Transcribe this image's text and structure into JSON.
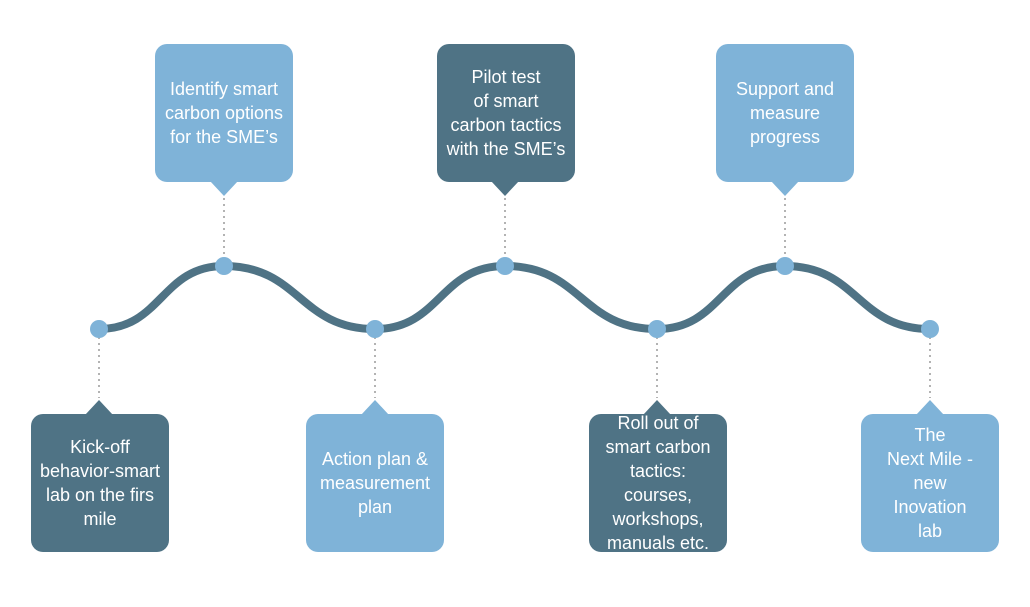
{
  "colors": {
    "wave": "#4f7385",
    "dot": "#7fb3d8",
    "connector": "#9a9a9a",
    "light_box": "#7fb3d8",
    "dark_box": "#4f7385",
    "text": "#ffffff"
  },
  "steps": [
    {
      "id": "kickoff",
      "position": "below",
      "tone": "dark",
      "text": "Kick-off\nbehavior-smart\nlab on the firs\nmile"
    },
    {
      "id": "identify",
      "position": "above",
      "tone": "light",
      "text": "Identify smart\ncarbon options\nfor the SME’s"
    },
    {
      "id": "action-plan",
      "position": "below",
      "tone": "light",
      "text": "Action plan &\nmeasurement\nplan"
    },
    {
      "id": "pilot",
      "position": "above",
      "tone": "dark",
      "text": "Pilot test\nof smart\ncarbon tactics\nwith the SME’s"
    },
    {
      "id": "rollout",
      "position": "below",
      "tone": "dark",
      "text": "Roll out of\nsmart carbon\ntactics: courses,\nworkshops,\nmanuals etc."
    },
    {
      "id": "support",
      "position": "above",
      "tone": "light",
      "text": "Support and\nmeasure\nprogress"
    },
    {
      "id": "next-mile",
      "position": "below",
      "tone": "light",
      "text": "The\nNext Mile - new\nInovation\nlab"
    }
  ]
}
